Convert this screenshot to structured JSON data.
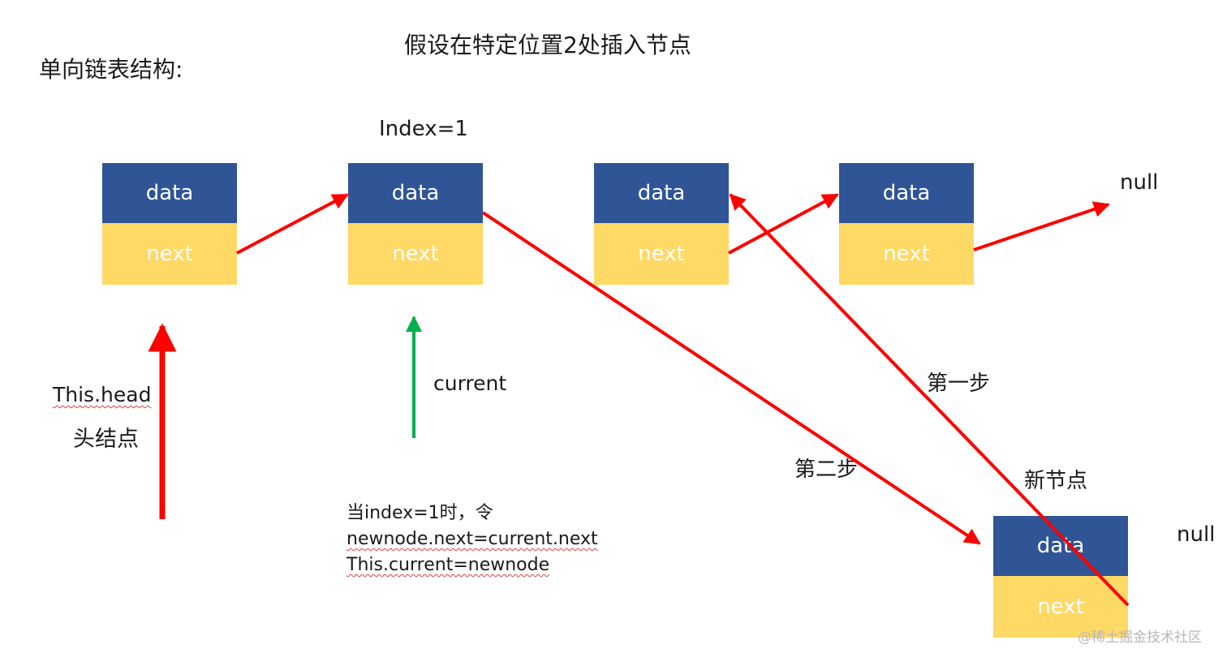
{
  "title": "假设在特定位置2处插入节点",
  "heading": "单向链表结构:",
  "index_label": "Index=1",
  "null_top": "null",
  "null_bottom": "null",
  "head_label": "This.head",
  "head_node_label": "头结点",
  "current_label": "current",
  "step_one": "第一步",
  "step_two": "第二步",
  "new_node_label": "新节点",
  "code_lines": [
    "当index=1时，令",
    "newnode.next=current.next",
    "This.current=newnode"
  ],
  "nodes": [
    {
      "data": "data",
      "next": "next"
    },
    {
      "data": "data",
      "next": "next"
    },
    {
      "data": "data",
      "next": "next"
    },
    {
      "data": "data",
      "next": "next"
    },
    {
      "data": "data",
      "next": "next"
    }
  ],
  "watermark": "@稀土掘金技术社区",
  "colors": {
    "data_fill": "#2f5597",
    "next_fill": "#ffd966",
    "arrow_red": "#ff0000",
    "arrow_green": "#00b050"
  }
}
